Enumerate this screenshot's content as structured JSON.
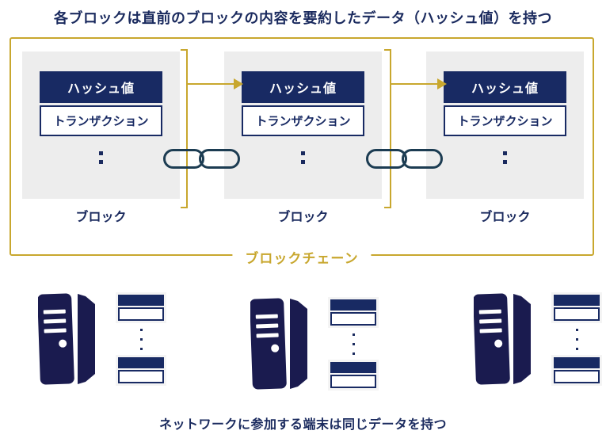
{
  "title": "各ブロックは直前のブロックの内容を要約したデータ（ハッシュ値）を持つ",
  "chain_box": {
    "label": "ブロックチェーン",
    "blocks": [
      {
        "label": "ブロック",
        "hash": "ハッシュ値",
        "transaction": "トランザクション",
        "ellipsis": "："
      },
      {
        "label": "ブロック",
        "hash": "ハッシュ値",
        "transaction": "トランザクション",
        "ellipsis": "："
      },
      {
        "label": "ブロック",
        "hash": "ハッシュ値",
        "transaction": "トランザクション",
        "ellipsis": "："
      }
    ]
  },
  "network": {
    "caption": "ネットワークに参加する端末は同じデータを持つ"
  },
  "colors": {
    "navy": "#1a2a5e",
    "box_navy": "#182a63",
    "server_navy": "#1a1b4f",
    "gold": "#c8a72e",
    "chain_outline": "#1c3c52",
    "block_bg": "#ededed",
    "card_bg": "#f4f4f4"
  }
}
